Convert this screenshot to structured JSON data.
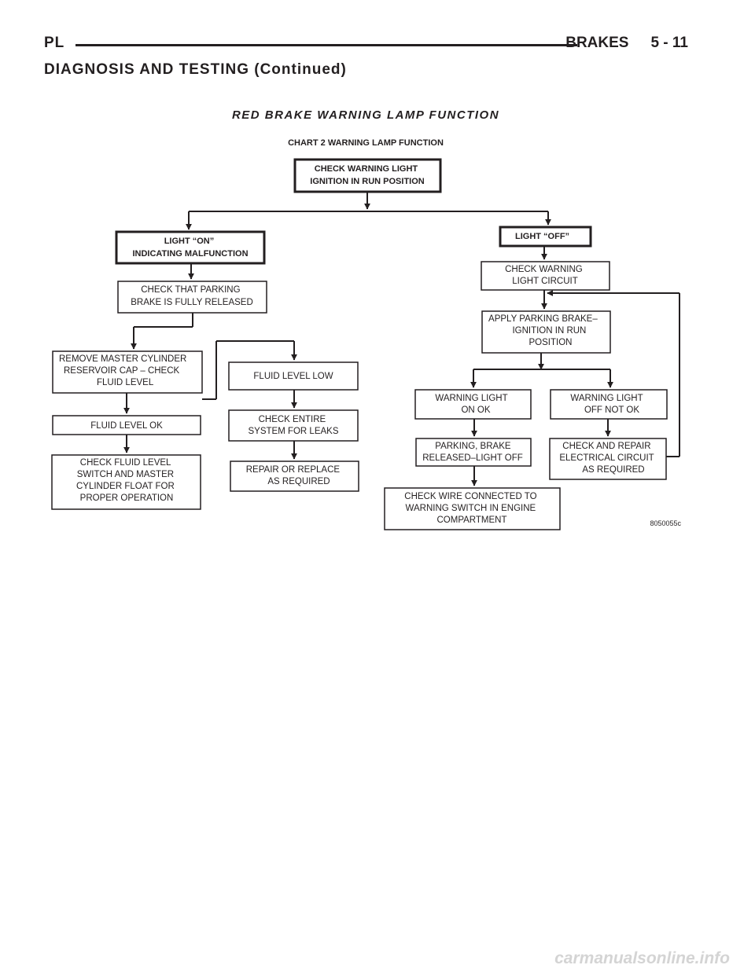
{
  "header": {
    "left": "PL",
    "title": "BRAKES",
    "page": "5 - 11"
  },
  "section_heading": "DIAGNOSIS AND TESTING (Continued)",
  "figure_title": "RED BRAKE WARNING LAMP FUNCTION",
  "chart_caption": "CHART 2  WARNING LAMP FUNCTION",
  "boxes": {
    "start": [
      "CHECK WARNING LIGHT",
      "IGNITION IN RUN POSITION"
    ],
    "light_on": [
      "LIGHT “ON”",
      "INDICATING MALFUNCTION"
    ],
    "light_off": [
      "LIGHT “OFF”"
    ],
    "parking_released": [
      "CHECK THAT PARKING",
      "BRAKE IS FULLY RELEASED"
    ],
    "remove_cap": [
      "REMOVE MASTER CYLINDER",
      "RESERVOIR CAP – CHECK",
      "FLUID LEVEL"
    ],
    "fluid_low": [
      "FLUID LEVEL LOW"
    ],
    "check_leaks": [
      "CHECK ENTIRE",
      "SYSTEM FOR LEAKS"
    ],
    "repair_replace": [
      "REPAIR OR REPLACE",
      "AS REQUIRED"
    ],
    "fluid_ok": [
      "FLUID LEVEL OK"
    ],
    "check_switch": [
      "CHECK FLUID LEVEL",
      "SWITCH AND MASTER",
      "CYLINDER FLOAT FOR",
      "PROPER OPERATION"
    ],
    "check_circuit": [
      "CHECK WARNING",
      "LIGHT CIRCUIT"
    ],
    "apply_brake": [
      "APPLY PARKING BRAKE–",
      "IGNITION IN RUN",
      "POSITION"
    ],
    "wl_on_ok": [
      "WARNING LIGHT",
      "ON OK"
    ],
    "wl_off_not_ok": [
      "WARNING LIGHT",
      "OFF NOT OK"
    ],
    "pb_released": [
      "PARKING, BRAKE",
      "RELEASED–LIGHT OFF"
    ],
    "repair_electrical": [
      "CHECK AND REPAIR",
      "ELECTRICAL CIRCUIT",
      "AS REQUIRED"
    ],
    "check_wire": [
      "CHECK WIRE CONNECTED TO",
      "WARNING SWITCH IN ENGINE",
      "COMPARTMENT"
    ]
  },
  "figure_code": "8050055c",
  "footer_brand": "carmanualsonline.info"
}
